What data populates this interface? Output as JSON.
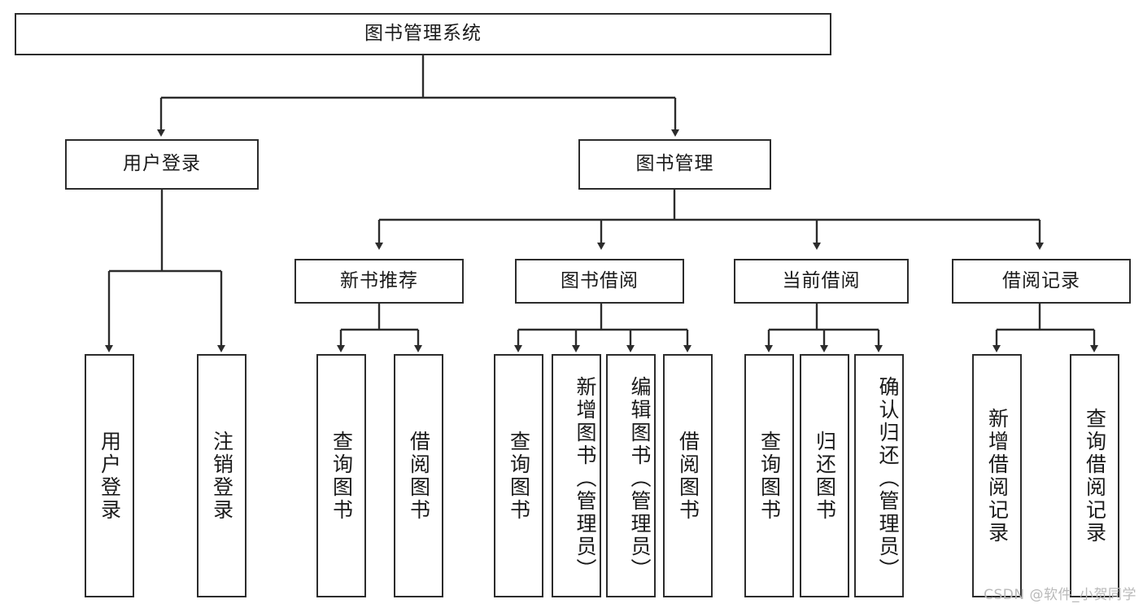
{
  "diagram": {
    "title": "图书管理系统",
    "watermark": "CSDN @软件_小贺同学",
    "colors": {
      "border": "#2c2c2c",
      "background": "#ffffff",
      "text": "#1a1a1a",
      "watermark": "#b9b9b9"
    },
    "nodes": {
      "root": {
        "label": "图书管理系统"
      },
      "level2": [
        {
          "id": "user-login",
          "label": "用户登录"
        },
        {
          "id": "book-management",
          "label": "图书管理"
        }
      ],
      "level3": [
        {
          "id": "new-book-recommend",
          "label": "新书推荐"
        },
        {
          "id": "book-borrow",
          "label": "图书借阅"
        },
        {
          "id": "current-borrow",
          "label": "当前借阅"
        },
        {
          "id": "borrow-record",
          "label": "借阅记录"
        }
      ],
      "leaves": {
        "user_login": [
          {
            "id": "leaf-user-login",
            "label": "用户登录"
          },
          {
            "id": "leaf-logout-login",
            "label": "注销登录"
          }
        ],
        "new_book_recommend": [
          {
            "id": "leaf-query-book-1",
            "label": "查询图书"
          },
          {
            "id": "leaf-borrow-book-1",
            "label": "借阅图书"
          }
        ],
        "book_borrow": [
          {
            "id": "leaf-query-book-2",
            "label": "查询图书"
          },
          {
            "id": "leaf-add-book-admin",
            "label": "新增图书（管理员）"
          },
          {
            "id": "leaf-edit-book-admin",
            "label": "编辑图书（管理员）"
          },
          {
            "id": "leaf-borrow-book-2",
            "label": "借阅图书"
          }
        ],
        "current_borrow": [
          {
            "id": "leaf-query-book-3",
            "label": "查询图书"
          },
          {
            "id": "leaf-return-book",
            "label": "归还图书"
          },
          {
            "id": "leaf-confirm-return-admin",
            "label": "确认归还（管理员）"
          }
        ],
        "borrow_record": [
          {
            "id": "leaf-add-borrow-record",
            "label": "新增借阅记录"
          },
          {
            "id": "leaf-query-borrow-record",
            "label": "查询借阅记录"
          }
        ]
      }
    }
  }
}
